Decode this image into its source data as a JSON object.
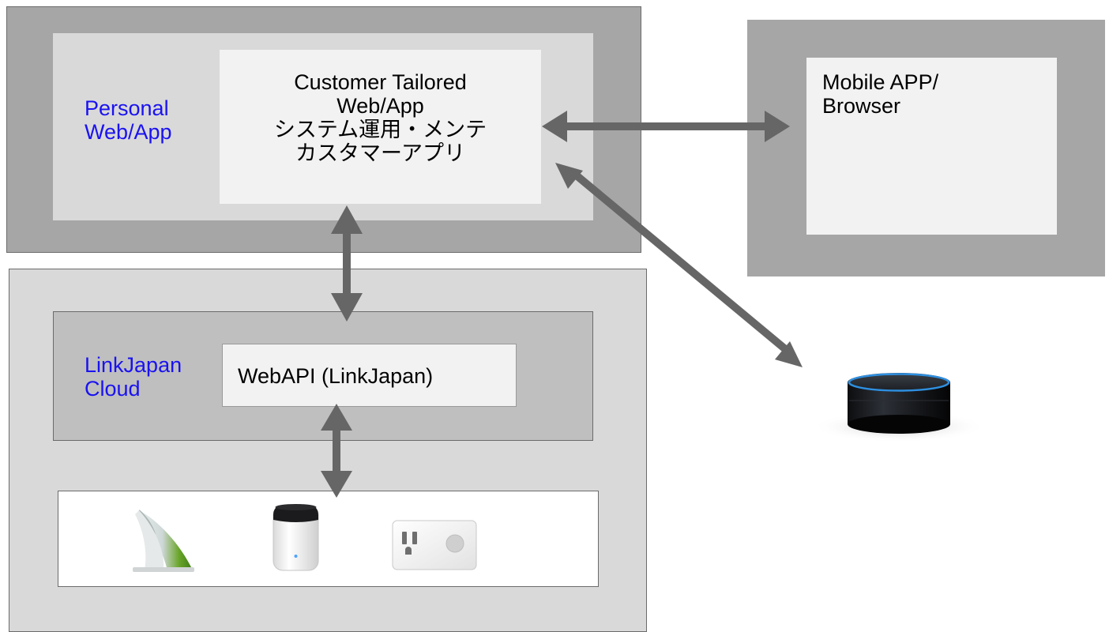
{
  "personal": {
    "label_line1": "Personal",
    "label_line2": "Web/App",
    "customer_lines": [
      "Customer Tailored",
      "Web/App",
      "システム運用・メンテ",
      "カスタマーアプリ"
    ]
  },
  "mobile": {
    "line1": "Mobile APP/",
    "line2": "Browser"
  },
  "cloud": {
    "label_line1": "LinkJapan",
    "label_line2": "Cloud",
    "webapi_label": "WebAPI (LinkJapan)"
  },
  "devices": {
    "items": [
      "air-sensor-device",
      "ir-remote-hub-device",
      "smart-plug-device"
    ]
  },
  "smart_speaker": {
    "icon": "smart-speaker-icon"
  },
  "colors": {
    "outer_dark_gray": "#a6a6a6",
    "light_gray": "#d9d9d9",
    "mid_gray": "#bfbfbf",
    "panel_white": "#f2f2f2",
    "label_blue": "#1a12f0",
    "arrow_gray": "#666666"
  }
}
